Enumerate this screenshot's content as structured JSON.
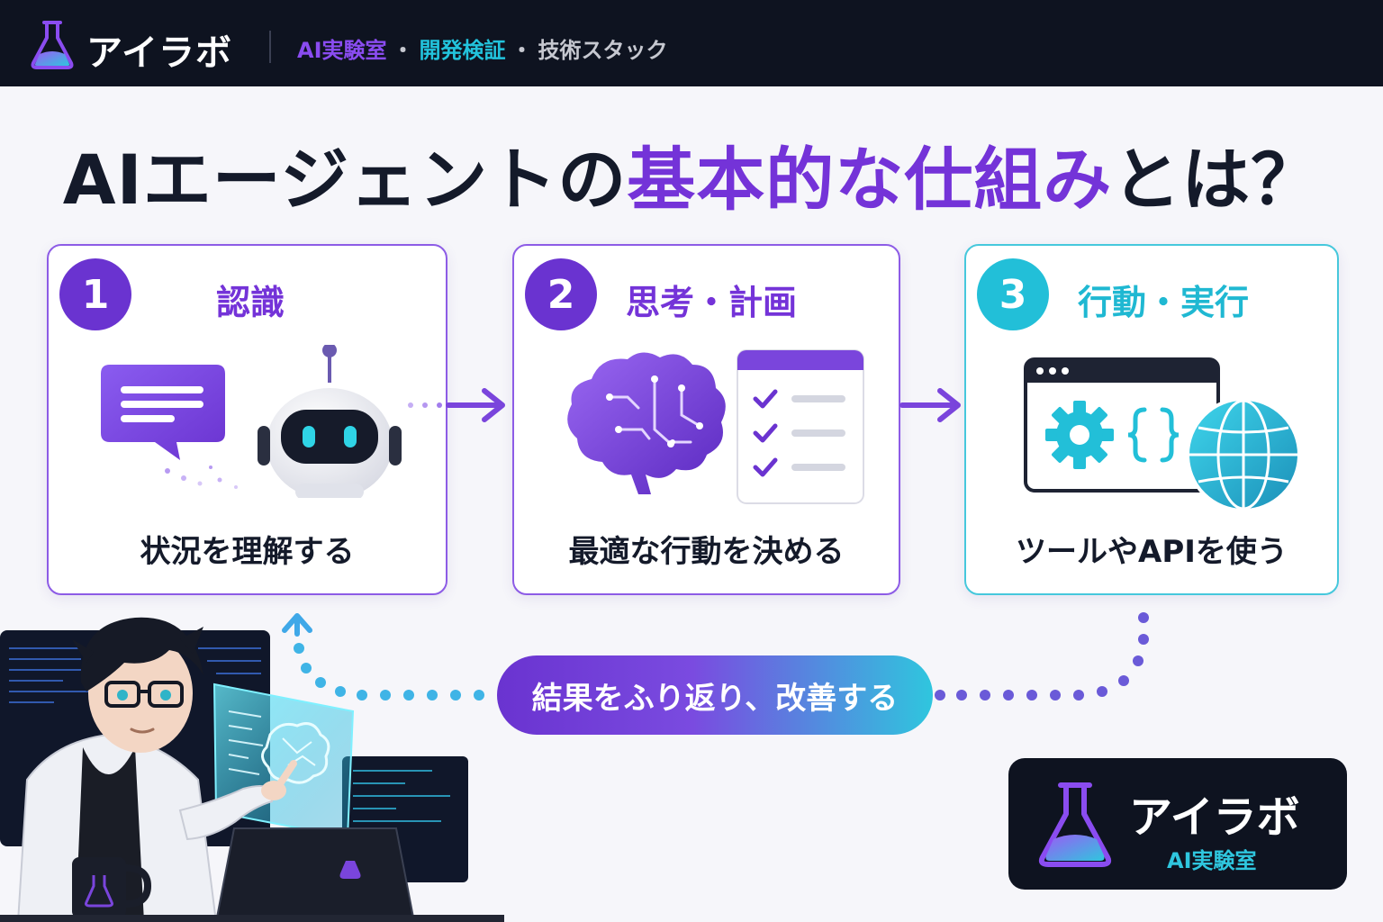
{
  "header": {
    "brand": "アイラボ",
    "tagline": {
      "part1": "AI実験室",
      "sep1": "・",
      "part2": "開発検証",
      "sep2": "・",
      "part3": "技術スタック"
    }
  },
  "headline": {
    "part1": "AIエージェントの",
    "accent": "基本的な仕組み",
    "part2": "とは？"
  },
  "steps": [
    {
      "number": "1",
      "title": "認識",
      "description": "状況を理解する",
      "icons": [
        "chat-bubble-icon",
        "robot-icon"
      ]
    },
    {
      "number": "2",
      "title": "思考・計画",
      "description": "最適な行動を決める",
      "icons": [
        "brain-icon",
        "checklist-icon"
      ]
    },
    {
      "number": "3",
      "title": "行動・実行",
      "description": "ツールやAPIを使う",
      "icons": [
        "browser-window-icon",
        "gear-icon",
        "code-braces-icon",
        "globe-icon"
      ]
    }
  ],
  "feedback": {
    "label": "結果をふり返り、改善する"
  },
  "badge": {
    "name": "アイラボ",
    "subtitle": "AI実験室",
    "icon": "flask-icon"
  },
  "colors": {
    "purple": "#7433d8",
    "cyan": "#22bfd8",
    "dark": "#0e1320",
    "background": "#f6f6fa"
  },
  "illustration": {
    "description_icon": "scientist-character-illustration"
  }
}
